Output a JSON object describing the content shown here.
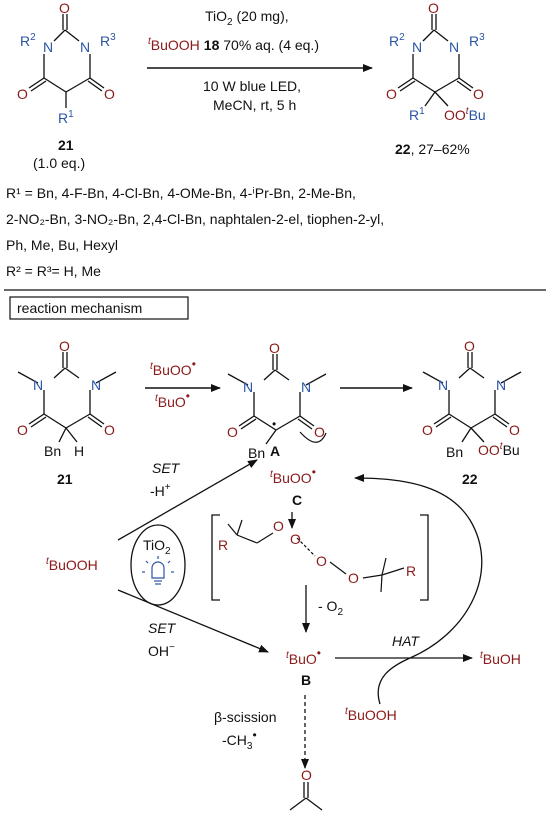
{
  "colors": {
    "black": "#111111",
    "red": "#8b1a1a",
    "blue": "#2a55a5"
  },
  "scheme": {
    "reactant": {
      "r2": "R",
      "r2_sup": "2",
      "r3": "R",
      "r3_sup": "3",
      "r1": "R",
      "r1_sup": "1",
      "compound": "21",
      "equiv": "(1.0 eq.)"
    },
    "conditions": {
      "line1_pre": "TiO",
      "line1_sub": "2",
      "line1_post": " (20 mg),",
      "line2_reagent_sup": "t",
      "line2_reagent": "BuOOH",
      "line2_num": "18",
      "line2_post": " 70% aq. (4 eq.)",
      "line3": "10 W blue LED,",
      "line4": "MeCN, rt, 5 h"
    },
    "product": {
      "r1": "R",
      "r1_sup": "1",
      "group_oo": "OO",
      "group_t": "t",
      "group_bu": "Bu",
      "compound": "22",
      "yield": ", 27–62%"
    },
    "substituents": {
      "r1_line1": "R¹ = Bn, 4-F-Bn, 4-Cl-Bn, 4-OMe-Bn, 4-ⁱPr-Bn, 2-Me-Bn,",
      "r1_line2": "2-NO₂-Bn, 3-NO₂-Bn, 2,4-Cl-Bn, naphtalen-2-el, tiophen-2-yl,",
      "r1_line3": "Ph, Me, Bu, Hexyl",
      "r2_line": "R² =  R³= H, Me"
    }
  },
  "mechanism": {
    "title": "reaction mechanism",
    "compound_21": "21",
    "compound_22": "22",
    "bn": "Bn",
    "h": "H",
    "int_a": "A",
    "int_b": "B",
    "int_c": "C",
    "radical_tbuoo": "BuOO",
    "radical_tbuo": "BuO",
    "t": "t",
    "bu_product": "Bu",
    "oo_product": "OO",
    "reagent_tbuooh": "BuOOH",
    "product_tbuoh": "BuOH",
    "set": "SET",
    "minus_h": "-H",
    "plus": "+",
    "oh": "OH",
    "minus": "−",
    "minus_o2": "- O",
    "o2_sub": "2",
    "hat": "HAT",
    "beta_scission": "β-scission",
    "minus_ch3": "-CH",
    "ch3_sub": "3",
    "tio2": "TiO",
    "tio2_sub": "2",
    "r_label": "R",
    "o": "O",
    "n": "N"
  }
}
